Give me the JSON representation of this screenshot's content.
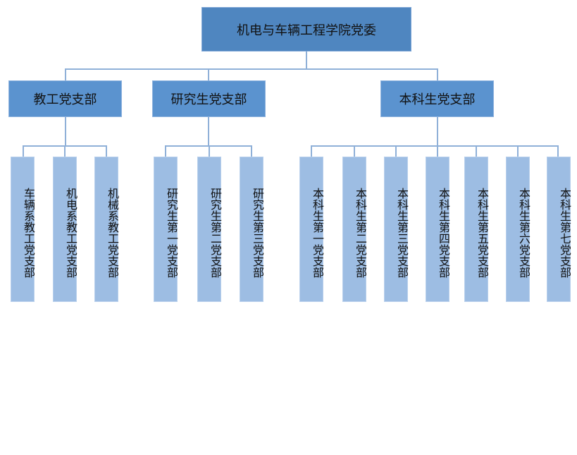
{
  "root": {
    "label": "机电与车辆工程学院党委"
  },
  "groups": [
    {
      "label": "教工党支部",
      "leaves": [
        "车辆系教工党支部",
        "机电系教工党支部",
        "机械系教工党支部"
      ]
    },
    {
      "label": "研究生党支部",
      "leaves": [
        "研究生第一党支部",
        "研究生第二党支部",
        "研究生第三党支部"
      ]
    },
    {
      "label": "本科生党支部",
      "leaves": [
        "本科生第一党支部",
        "本科生第二党支部",
        "本科生第三党支部",
        "本科生第四党支部",
        "本科生第五党支部",
        "本科生第六党支部",
        "本科生第七党支部"
      ]
    }
  ],
  "colors": {
    "root_fill": "#4f86c0",
    "mid_fill": "#5b93cf",
    "leaf_fill": "#9dbde3",
    "connector": "#8fb0d8"
  }
}
